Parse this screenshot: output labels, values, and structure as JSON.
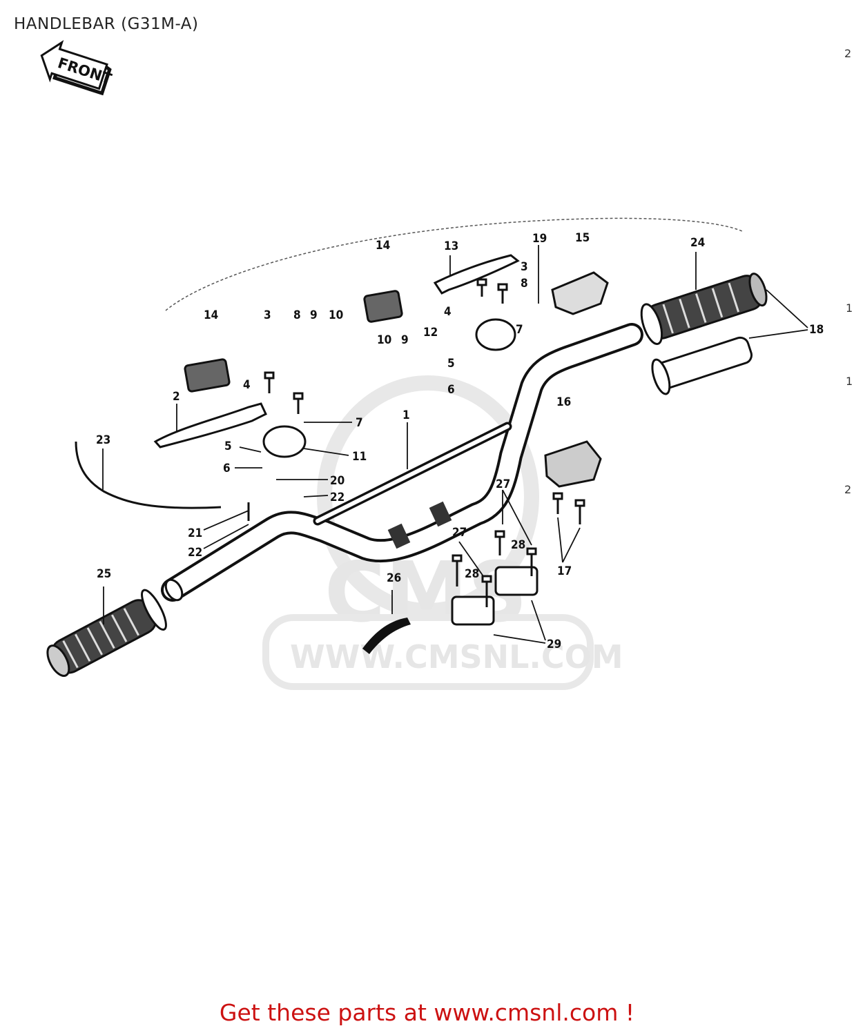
{
  "title": "HANDLEBAR (G31M-A)",
  "front_label": "FRONT",
  "watermark": {
    "logo": "CMS",
    "url": "WWW.CMSNL.COM"
  },
  "footer": {
    "text": "Get these parts at www.cmsnl.com !"
  },
  "edge_marks": [
    "2",
    "1",
    "1",
    "2"
  ],
  "part_labels": [
    {
      "id": "1"
    },
    {
      "id": "2"
    },
    {
      "id": "3"
    },
    {
      "id": "4"
    },
    {
      "id": "5"
    },
    {
      "id": "6"
    },
    {
      "id": "7"
    },
    {
      "id": "8"
    },
    {
      "id": "9"
    },
    {
      "id": "10"
    },
    {
      "id": "11"
    },
    {
      "id": "12"
    },
    {
      "id": "13"
    },
    {
      "id": "14"
    },
    {
      "id": "15"
    },
    {
      "id": "16"
    },
    {
      "id": "17"
    },
    {
      "id": "18"
    },
    {
      "id": "19"
    },
    {
      "id": "20"
    },
    {
      "id": "21"
    },
    {
      "id": "22"
    },
    {
      "id": "23"
    },
    {
      "id": "24"
    },
    {
      "id": "25"
    },
    {
      "id": "26"
    },
    {
      "id": "27"
    },
    {
      "id": "28"
    },
    {
      "id": "29"
    }
  ]
}
